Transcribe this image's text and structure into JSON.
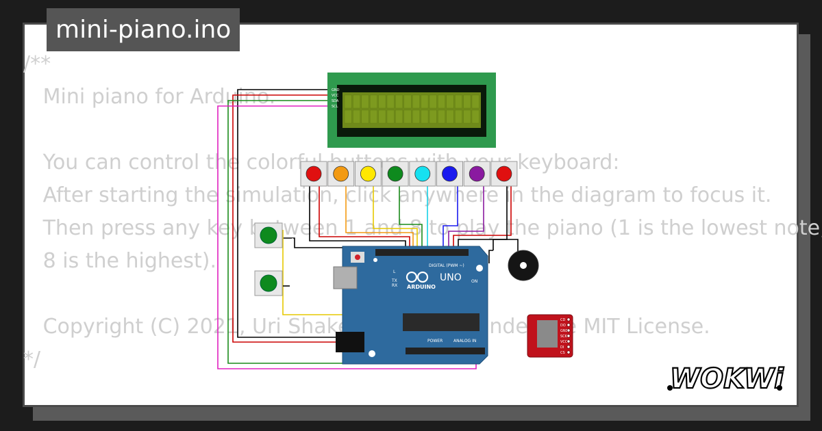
{
  "file": {
    "name": "mini-piano.ino"
  },
  "code_comment": {
    "lines": [
      "/**",
      "   Mini piano for Arduino.",
      "",
      "   You can control the colorful buttons with your keyboard:",
      "   After starting the simulation, click anywhere in the diagram to focus it.",
      "   Then press any key between 1 and 8 to play the piano (1 is the lowest note,",
      "   8 is the highest).",
      "",
      "   Copyright (C) 2021, Uri Shaked. Released under the MIT License.",
      "*/"
    ]
  },
  "board": {
    "brand_label": "UNO",
    "maker_label": "ARDUINO",
    "digital_label": "DIGITAL (PWM ~)",
    "power_label": "POWER",
    "analog_label": "ANALOG IN",
    "on_label": "ON",
    "tx_label": "TX",
    "rx_label": "RX",
    "l_label": "L",
    "color": "#2e6a9e"
  },
  "lcd": {
    "pins": [
      "GND",
      "VCC",
      "SDA",
      "SCL"
    ],
    "color": "#2f9a4e",
    "screen_color": "#6f8a1a"
  },
  "buttons": {
    "piano_colors": [
      "#e01010",
      "#f39a12",
      "#ffe800",
      "#0e8a1e",
      "#16e1f0",
      "#1a1aee",
      "#8a1aa0",
      "#e01010"
    ],
    "side_color": "#0e8a1e"
  },
  "sd_module": {
    "pins": [
      "CD",
      "DO",
      "GND",
      "SCK",
      "VCC",
      "DI",
      "CS"
    ],
    "color": "#c0121c"
  },
  "logo": {
    "text": "WOKWi"
  }
}
